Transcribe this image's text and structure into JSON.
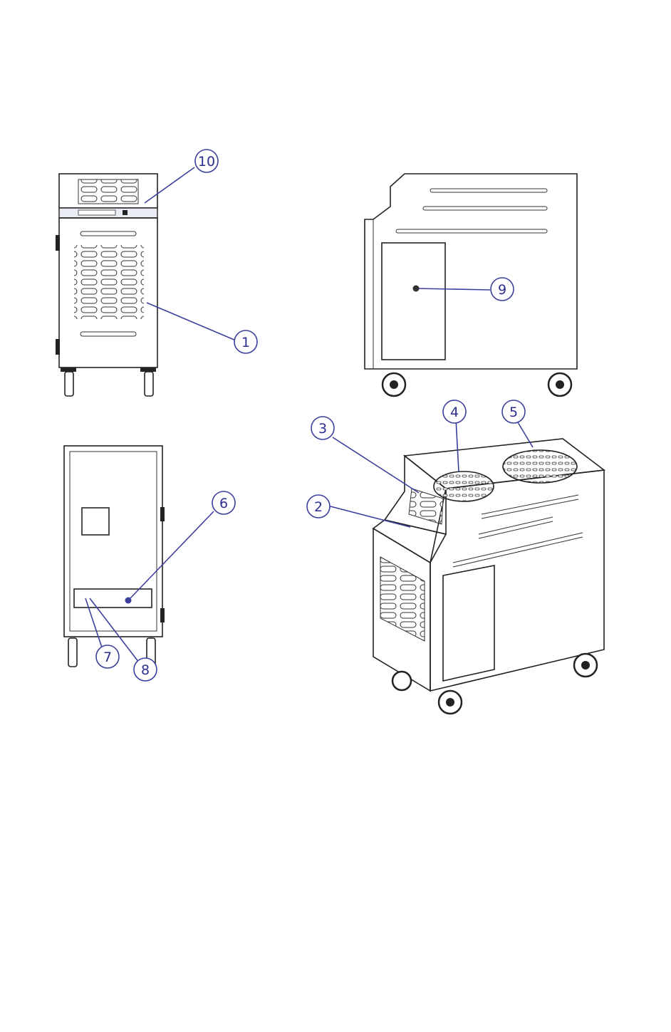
{
  "callouts": {
    "c1": "1",
    "c2": "2",
    "c3": "3",
    "c4": "4",
    "c5": "5",
    "c6": "6",
    "c7": "7",
    "c8": "8",
    "c9": "9",
    "c10": "10"
  },
  "colors": {
    "callout": "#3b3f9c",
    "linework": "#222222",
    "panel_tint": "#e9edf3"
  }
}
